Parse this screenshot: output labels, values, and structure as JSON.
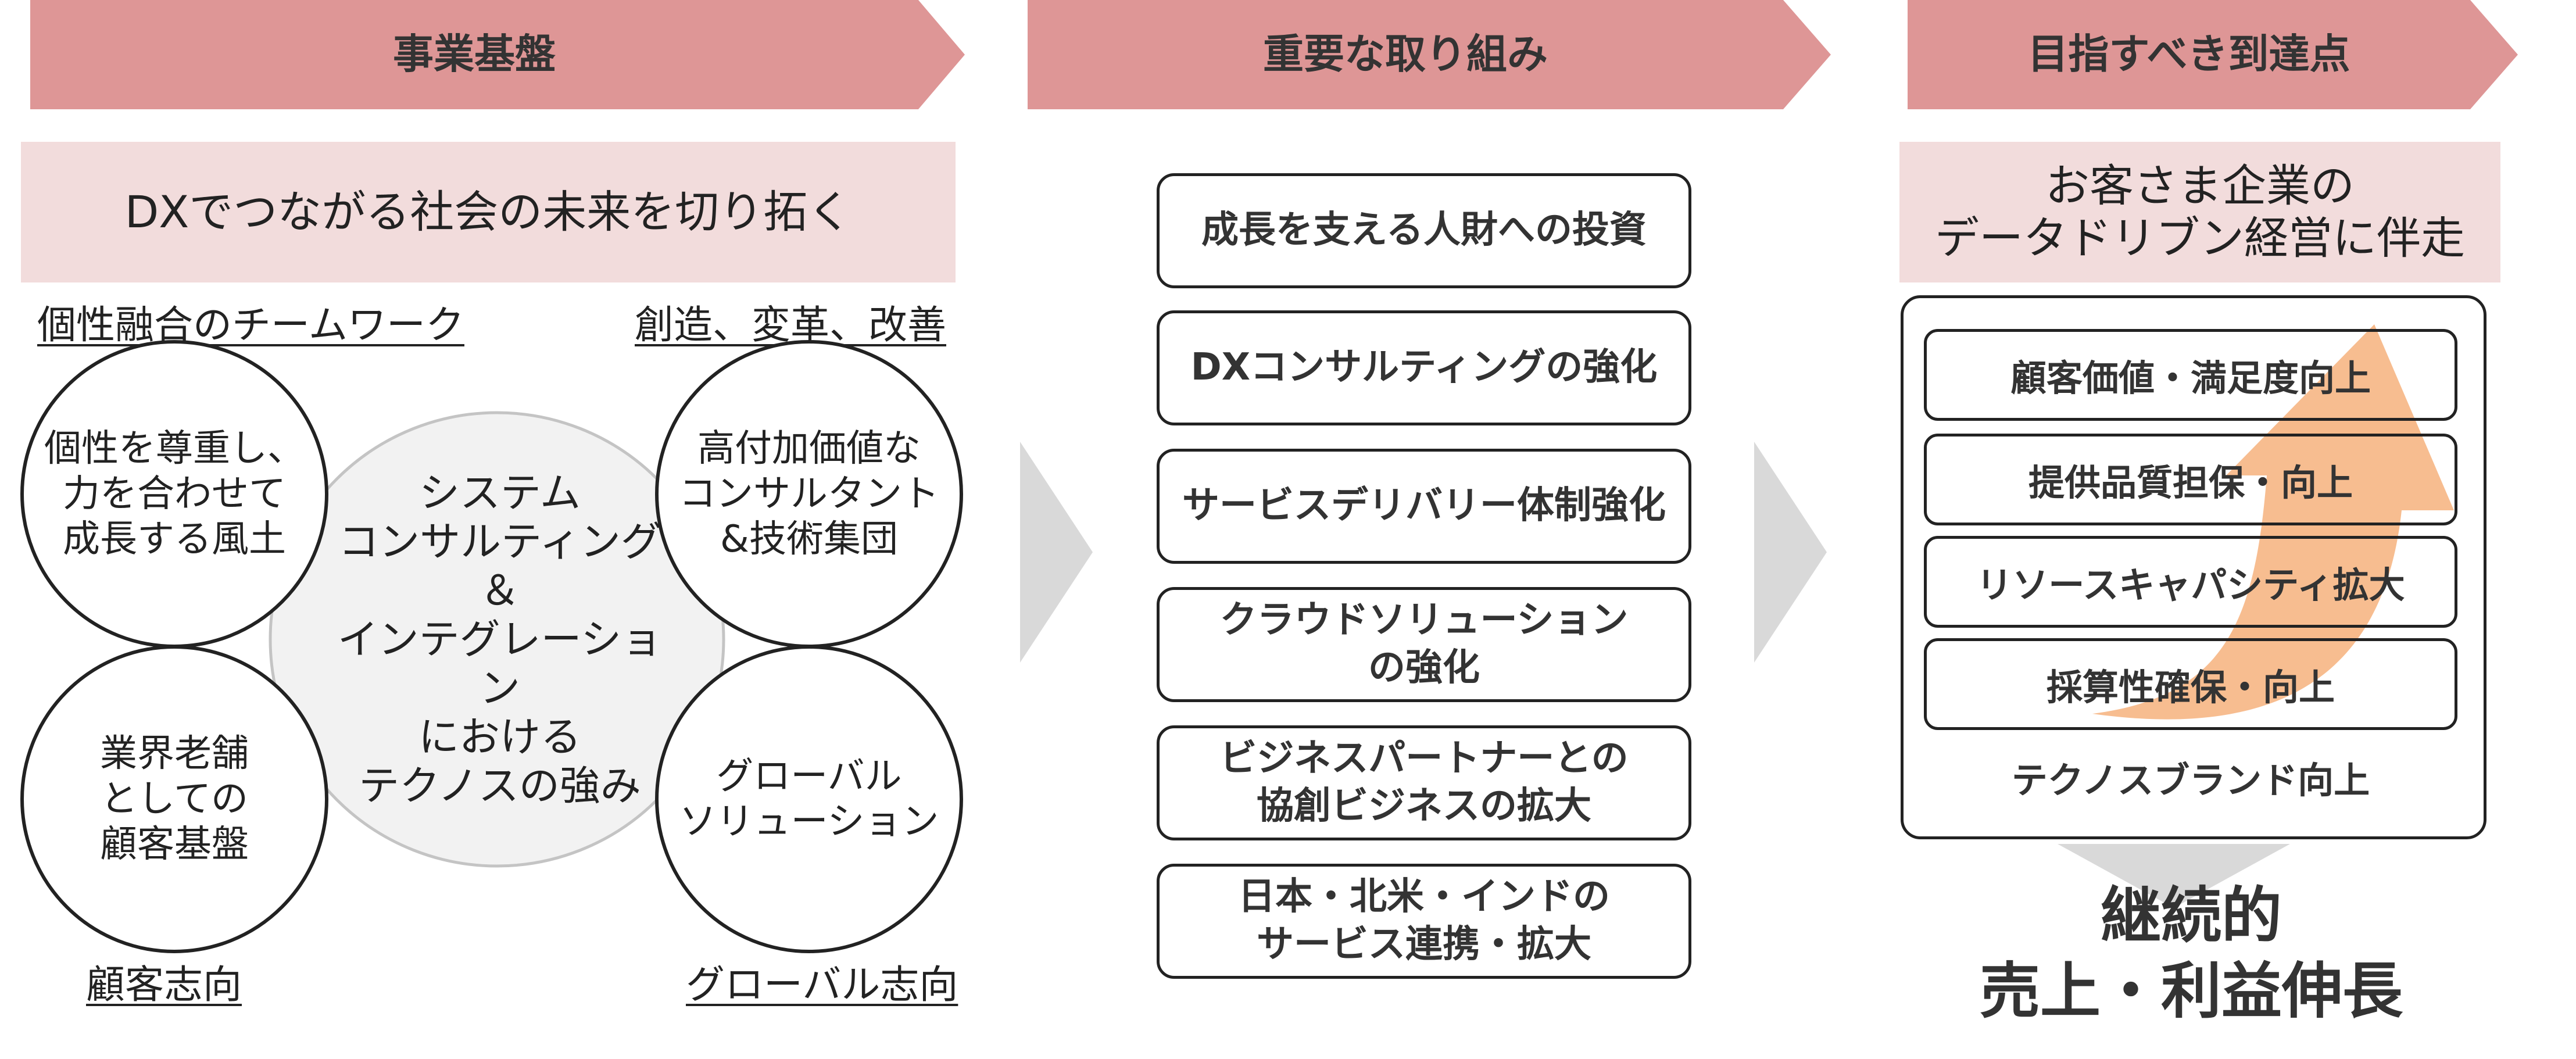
{
  "colors": {
    "header_fill": "#de9696",
    "banner_fill": "#f2dcdc",
    "chevron_gray": "#d9d9d9",
    "center_circle_fill": "#f2f2f2",
    "growth_arrow": "#f6b27e"
  },
  "headers": {
    "col1": "事業基盤",
    "col2": "重要な取り組み",
    "col3": "目指すべき到達点"
  },
  "left": {
    "banner": "DXでつながる社会の未来を切り拓く",
    "label_tl": "個性融合のチームワーク",
    "label_tr": "創造、変革、改善",
    "label_bl": "顧客志向",
    "label_br": "グローバル志向",
    "circle_tl": "個性を尊重し、\n力を合わせて\n成長する風土",
    "circle_tr": "高付加価値な\nコンサルタント\n&技術集団",
    "circle_bl": "業界老舗\nとしての\n顧客基盤",
    "circle_br": "グローバル\nソリューション",
    "center": "システム\nコンサルティング＆\nインテグレーション\nにおける\nテクノスの強み"
  },
  "middle": {
    "items": [
      "成長を支える人財への投資",
      "DXコンサルティングの強化",
      "サービスデリバリー体制強化",
      "クラウドソリューション\nの強化",
      "ビジネスパートナーとの\n協創ビジネスの拡大",
      "日本・北米・インドの\nサービス連携・拡大"
    ]
  },
  "right": {
    "banner": "お客さま企業の\nデータドリブン経営に伴走",
    "goals": [
      "顧客価値・満足度向上",
      "提供品質担保・向上",
      "リソースキャパシティ拡大",
      "採算性確保・向上"
    ],
    "brand": "テクノスブランド向上",
    "result": "継続的\n売上・利益伸長"
  }
}
